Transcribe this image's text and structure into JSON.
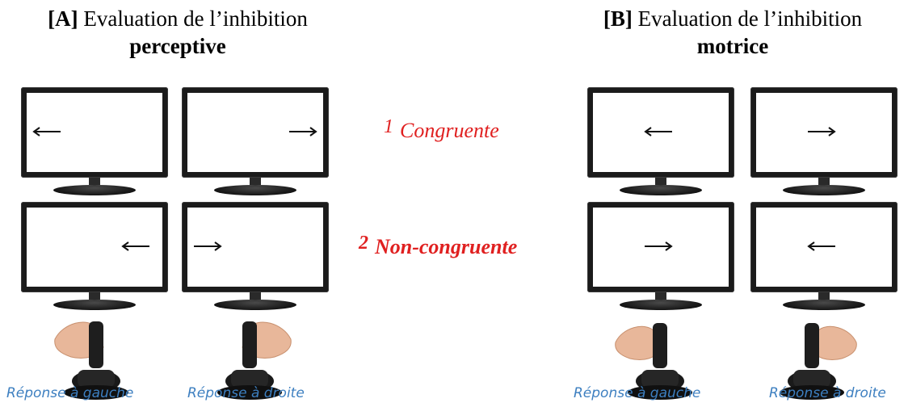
{
  "panels": {
    "a": {
      "tag": "[A]",
      "title": "Evaluation  de l’inhibition",
      "subtitle": "perceptive"
    },
    "b": {
      "tag": "[B]",
      "title": "Evaluation  de l’inhibition",
      "subtitle": "motrice"
    }
  },
  "conditions": [
    {
      "number": "1",
      "label": "Congruente"
    },
    {
      "number": "2",
      "label": "Non-congruente"
    }
  ],
  "responses": {
    "left": "Réponse à gauche",
    "right": "Réponse à droite"
  },
  "colors": {
    "condition_text": "#e02020",
    "response_text": "#3d7fc0"
  }
}
